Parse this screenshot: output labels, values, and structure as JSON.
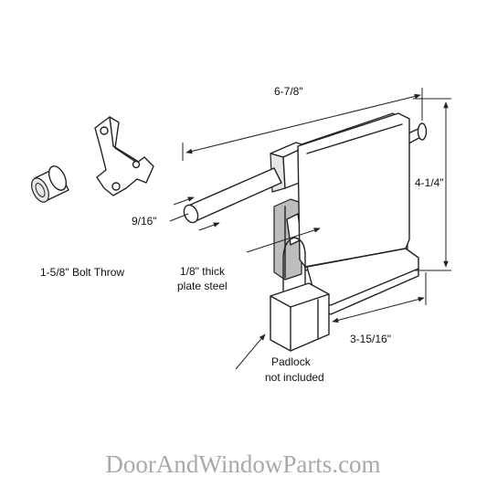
{
  "diagram": {
    "dimensions": {
      "length": "6-7/8\"",
      "height": "4-1/4\"",
      "bolt_diameter": "9/16\"",
      "base_width": "3-15/16\""
    },
    "notes": {
      "bolt_throw": "1-5/8\" Bolt Throw",
      "plate_line1": "1/8\" thick",
      "plate_line2": "plate steel",
      "padlock_line1": "Padlock",
      "padlock_line2": "not included"
    },
    "watermark": "DoorAndWindowParts.com"
  }
}
